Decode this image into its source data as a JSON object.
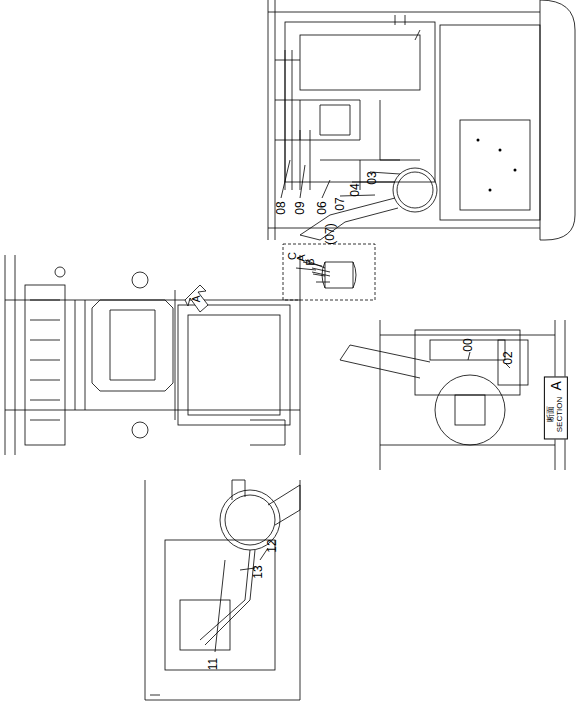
{
  "diagram": {
    "nodes": [
      {
        "text": [
          "断面 SECTION",
          "A"
        ]
      }
    ],
    "labels": [
      "08",
      "09",
      "06",
      "07",
      "04",
      "03",
      "(07)",
      "C",
      "A",
      "B",
      "A",
      "00",
      "02",
      "11",
      "12",
      "13"
    ]
  }
}
